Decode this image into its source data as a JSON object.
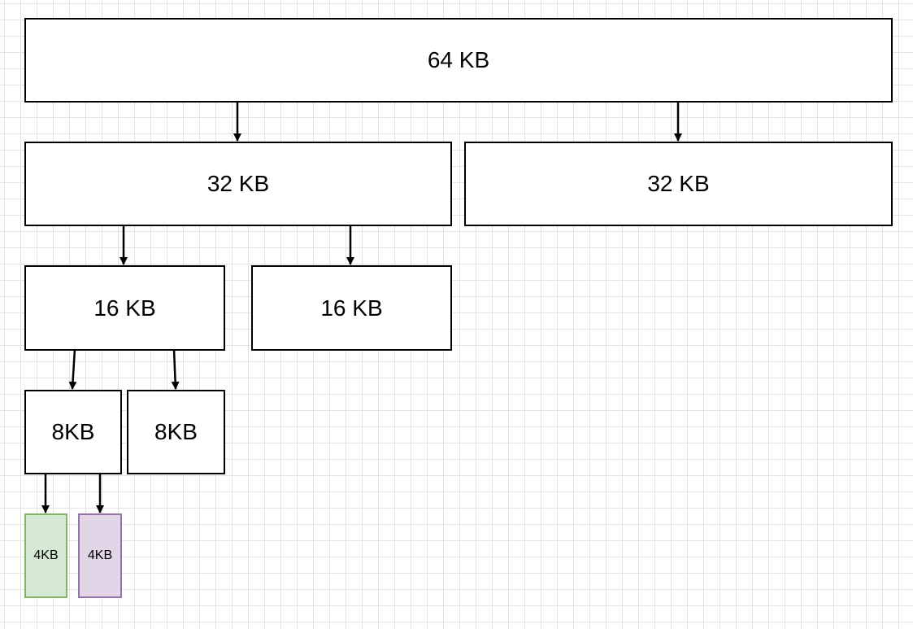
{
  "diagram": {
    "blocks": {
      "root": "64 KB",
      "l1_left": "32 KB",
      "l1_right": "32 KB",
      "l2_left": "16 KB",
      "l2_right": "16 KB",
      "l3_left": "8KB",
      "l3_right": "8KB",
      "l4_left": "4KB",
      "l4_right": "4KB"
    },
    "colors": {
      "stroke": "#000000",
      "grid": "#e3e3e3",
      "green_fill": "#d5e8d4",
      "green_stroke": "#82b366",
      "purple_fill": "#e1d5e7",
      "purple_stroke": "#9673a6"
    }
  }
}
